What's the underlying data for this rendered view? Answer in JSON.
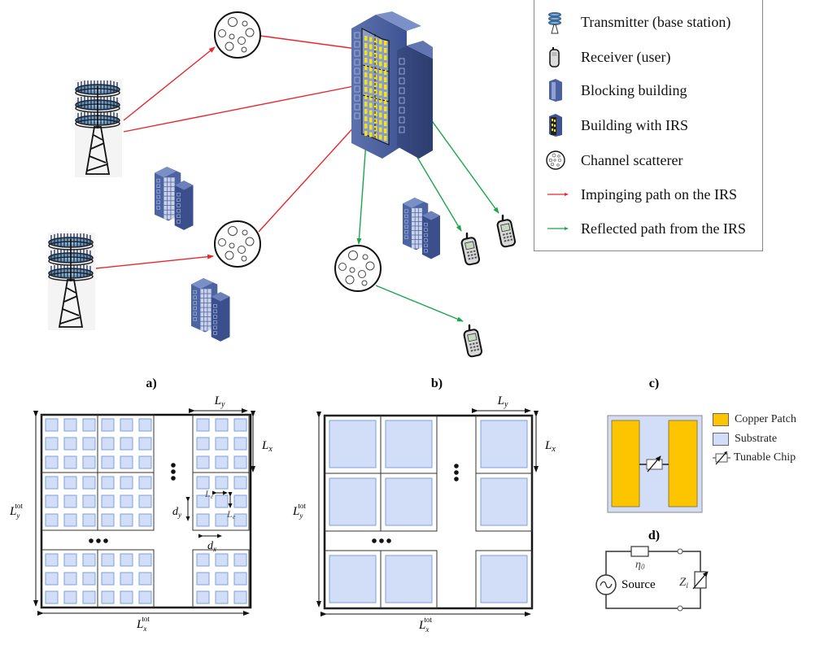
{
  "legend": {
    "items": [
      {
        "icon": "transmitter-icon",
        "label": "Transmitter (base station)"
      },
      {
        "icon": "receiver-icon",
        "label": "Receiver (user)"
      },
      {
        "icon": "blocking-building-icon",
        "label": "Blocking building"
      },
      {
        "icon": "irs-building-icon",
        "label": "Building with IRS"
      },
      {
        "icon": "scatterer-icon",
        "label": "Channel scatterer"
      },
      {
        "icon": "red-arrow-icon",
        "label": "Impinging path on the IRS"
      },
      {
        "icon": "green-arrow-icon",
        "label": "Reflected path from the IRS"
      }
    ]
  },
  "colors": {
    "impinging": "#e8262c",
    "reflected": "#1aa64a",
    "building": "#3f5690",
    "substrate": "#d2def7",
    "substrate_border": "#7f9fdc",
    "copper": "#fcc500",
    "irs_element": "#f2e21a"
  },
  "panels": {
    "a": {
      "label": "a)",
      "dim_Ly": "L",
      "dim_Ly_sub": "y",
      "dim_Lx": "L",
      "dim_Lx_sub": "x",
      "dim_Le": "L",
      "dim_Le_sub": "e",
      "dim_dy": "d",
      "dim_dy_sub": "y",
      "dim_dx": "d",
      "dim_dx_sub": "x",
      "dim_Ltot_y": "L",
      "dim_Ltot_y_sub": "y",
      "dim_Ltot_y_sup": "tot",
      "dim_Ltot_x": "L",
      "dim_Ltot_x_sub": "x",
      "dim_Ltot_x_sup": "tot",
      "ellipsis": "•••"
    },
    "b": {
      "label": "b)",
      "dim_Ly": "L",
      "dim_Ly_sub": "y",
      "dim_Lx": "L",
      "dim_Lx_sub": "x",
      "dim_Ltot_y": "L",
      "dim_Ltot_y_sub": "y",
      "dim_Ltot_y_sup": "tot",
      "dim_Ltot_x": "L",
      "dim_Ltot_x_sub": "x",
      "dim_Ltot_x_sup": "tot"
    },
    "c": {
      "label": "c)",
      "legend": [
        {
          "swatch": "copper",
          "label": "Copper Patch"
        },
        {
          "swatch": "substrate",
          "label": "Substrate"
        },
        {
          "swatch": "chip",
          "label": "Tunable Chip"
        }
      ]
    },
    "d": {
      "label": "d)",
      "source_label": "Source",
      "eta_label": "η",
      "eta_sub": "0",
      "z_label": "Z",
      "z_sub": "l"
    }
  }
}
